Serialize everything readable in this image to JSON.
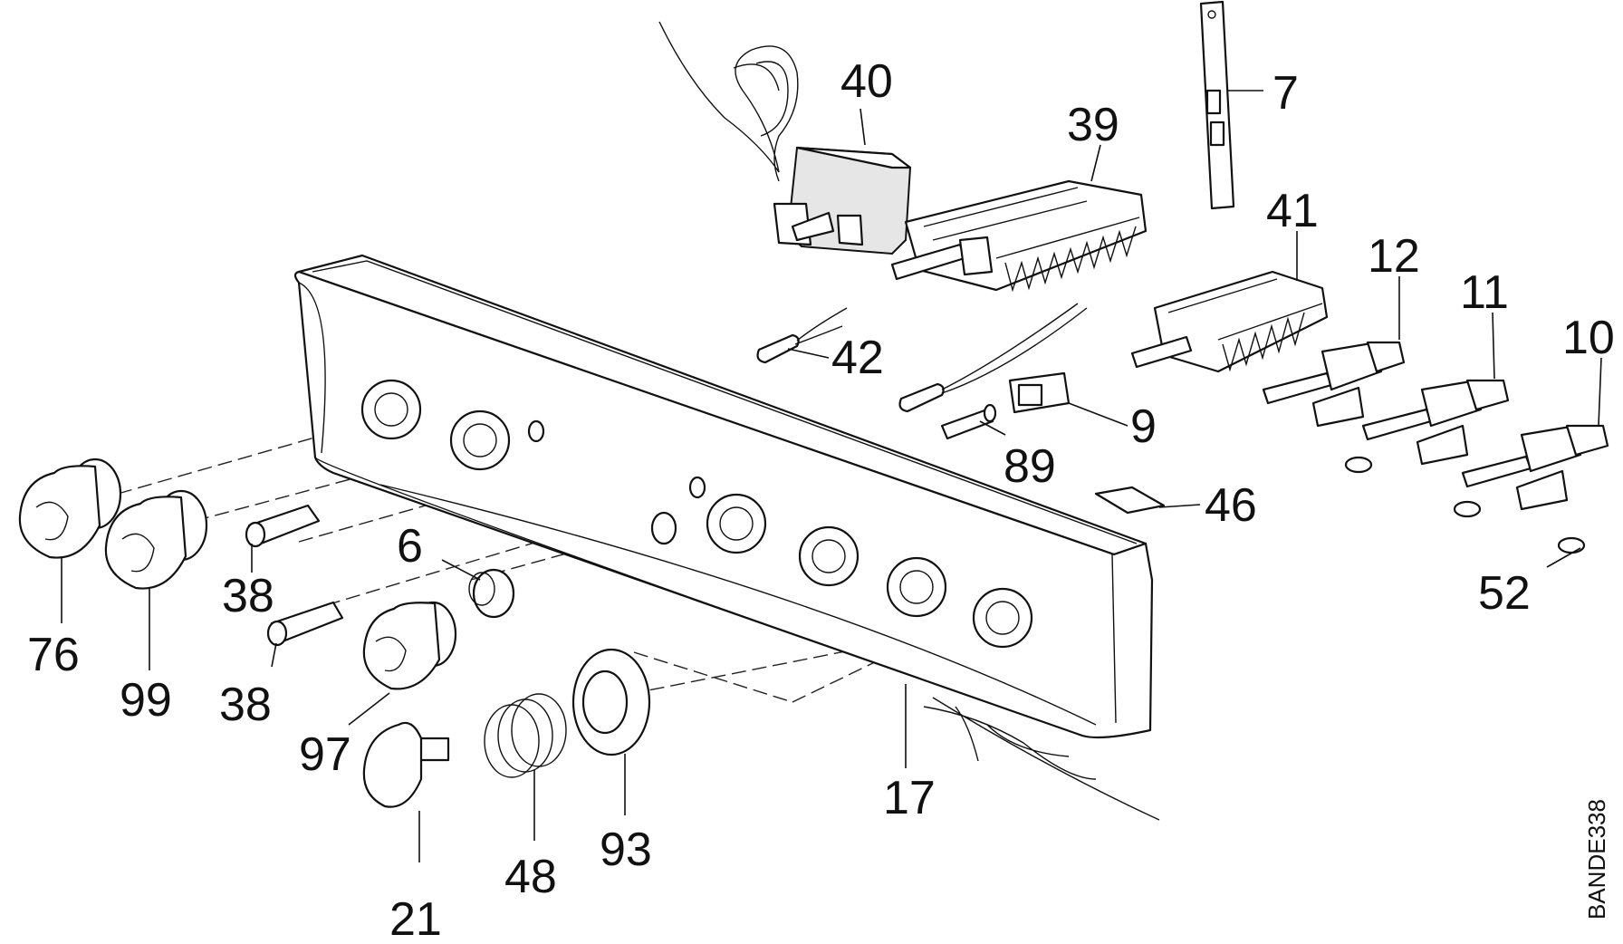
{
  "drawing_code": "BANDE338",
  "callouts": [
    "40",
    "39",
    "7",
    "41",
    "12",
    "11",
    "10",
    "42",
    "9",
    "89",
    "46",
    "52",
    "6",
    "38",
    "38",
    "76",
    "99",
    "97",
    "21",
    "48",
    "93",
    "17"
  ]
}
